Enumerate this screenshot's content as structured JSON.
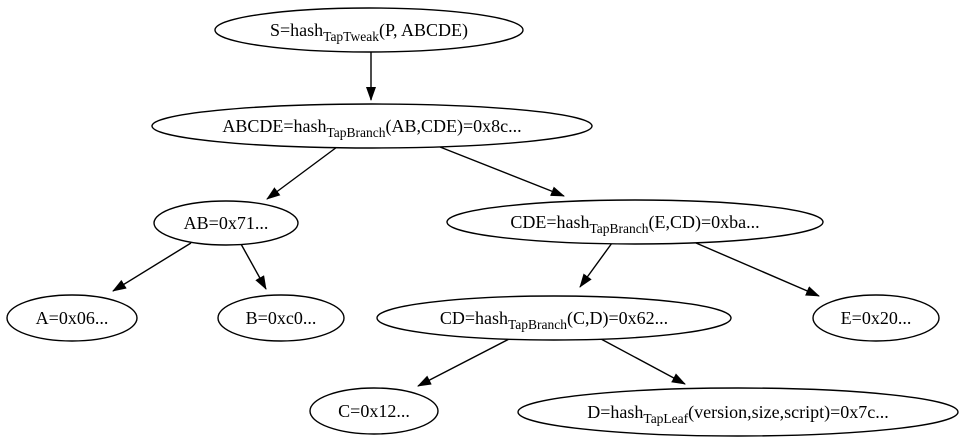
{
  "diagram": {
    "kind": "hash-tree",
    "colors": {
      "stroke": "#000000",
      "text": "#000000",
      "background": "#ffffff"
    }
  },
  "nodes": [
    {
      "id": "S",
      "label": "S=hash_TapTweak(P, ABCDE)",
      "pre": "S=hash",
      "sub": "TapTweak",
      "post": "(P, ABCDE)"
    },
    {
      "id": "ABCDE",
      "label": "ABCDE=hash_TapBranch(AB,CDE)=0x8c...",
      "pre": "ABCDE=hash",
      "sub": "TapBranch",
      "post": "(AB,CDE)=0x8c..."
    },
    {
      "id": "AB",
      "label": "AB=0x71...",
      "pre": "AB=0x71...",
      "sub": "",
      "post": ""
    },
    {
      "id": "CDE",
      "label": "CDE=hash_TapBranch(E,CD)=0xba...",
      "pre": "CDE=hash",
      "sub": "TapBranch",
      "post": "(E,CD)=0xba..."
    },
    {
      "id": "A",
      "label": "A=0x06...",
      "pre": "A=0x06...",
      "sub": "",
      "post": ""
    },
    {
      "id": "B",
      "label": "B=0xc0...",
      "pre": "B=0xc0...",
      "sub": "",
      "post": ""
    },
    {
      "id": "CD",
      "label": "CD=hash_TapBranch(C,D)=0x62...",
      "pre": "CD=hash",
      "sub": "TapBranch",
      "post": "(C,D)=0x62..."
    },
    {
      "id": "E",
      "label": "E=0x20...",
      "pre": "E=0x20...",
      "sub": "",
      "post": ""
    },
    {
      "id": "C",
      "label": "C=0x12...",
      "pre": "C=0x12...",
      "sub": "",
      "post": ""
    },
    {
      "id": "D",
      "label": "D=hash_TapLeaf(version,size,script)=0x7c...",
      "pre": "D=hash",
      "sub": "TapLeaf",
      "post": "(version,size,script)=0x7c..."
    }
  ],
  "edges": [
    {
      "from": "S",
      "to": "ABCDE"
    },
    {
      "from": "ABCDE",
      "to": "AB"
    },
    {
      "from": "ABCDE",
      "to": "CDE"
    },
    {
      "from": "AB",
      "to": "A"
    },
    {
      "from": "AB",
      "to": "B"
    },
    {
      "from": "CDE",
      "to": "CD"
    },
    {
      "from": "CDE",
      "to": "E"
    },
    {
      "from": "CD",
      "to": "C"
    },
    {
      "from": "CD",
      "to": "D"
    }
  ]
}
